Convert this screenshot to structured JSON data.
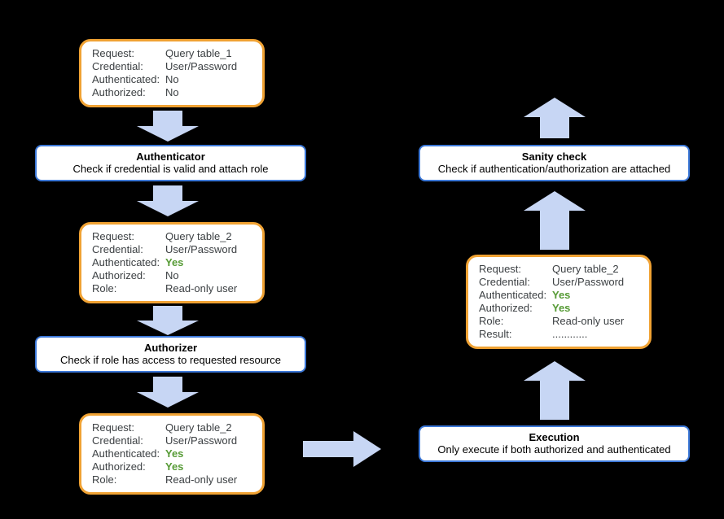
{
  "colors": {
    "background": "#000000",
    "box_fill": "#ffffff",
    "state_border": "#f0a233",
    "process_border": "#3c78d8",
    "arrow_fill": "#c7d6f4",
    "text_color": "#3c4043",
    "yes_green": "#579b36"
  },
  "states": [
    {
      "name": "initial-request",
      "rows": [
        {
          "label": "Request:",
          "value": "Query table_1",
          "highlight": false
        },
        {
          "label": "Credential:",
          "value": "User/Password",
          "highlight": false
        },
        {
          "label": "Authenticated:",
          "value": "No",
          "highlight": false
        },
        {
          "label": "Authorized:",
          "value": "No",
          "highlight": false
        }
      ]
    },
    {
      "name": "after-authentication",
      "rows": [
        {
          "label": "Request:",
          "value": "Query table_2",
          "highlight": false
        },
        {
          "label": "Credential:",
          "value": "User/Password",
          "highlight": false
        },
        {
          "label": "Authenticated:",
          "value": "Yes",
          "highlight": true
        },
        {
          "label": "Authorized:",
          "value": "No",
          "highlight": false
        },
        {
          "label": "Role:",
          "value": "Read-only user",
          "highlight": false
        }
      ]
    },
    {
      "name": "after-authorization",
      "rows": [
        {
          "label": "Request:",
          "value": "Query table_2",
          "highlight": false
        },
        {
          "label": "Credential:",
          "value": "User/Password",
          "highlight": false
        },
        {
          "label": "Authenticated:",
          "value": "Yes",
          "highlight": true
        },
        {
          "label": "Authorized:",
          "value": "Yes",
          "highlight": true
        },
        {
          "label": "Role:",
          "value": "Read-only user",
          "highlight": false
        }
      ]
    },
    {
      "name": "after-execution",
      "rows": [
        {
          "label": "Request:",
          "value": "Query table_2",
          "highlight": false
        },
        {
          "label": "Credential:",
          "value": "User/Password",
          "highlight": false
        },
        {
          "label": "Authenticated:",
          "value": "Yes",
          "highlight": true
        },
        {
          "label": "Authorized:",
          "value": "Yes",
          "highlight": true
        },
        {
          "label": "Role:",
          "value": "Read-only user",
          "highlight": false
        },
        {
          "label": "Result:",
          "value": "............",
          "highlight": false
        }
      ]
    }
  ],
  "processes": [
    {
      "title": "Authenticator",
      "subtitle": "Check if credential is valid and attach role"
    },
    {
      "title": "Authorizer",
      "subtitle": "Check if role has access to requested resource"
    },
    {
      "title": "Execution",
      "subtitle": "Only execute if both authorized and authenticated"
    },
    {
      "title": "Sanity check",
      "subtitle": "Check if authentication/authorization are attached"
    }
  ]
}
